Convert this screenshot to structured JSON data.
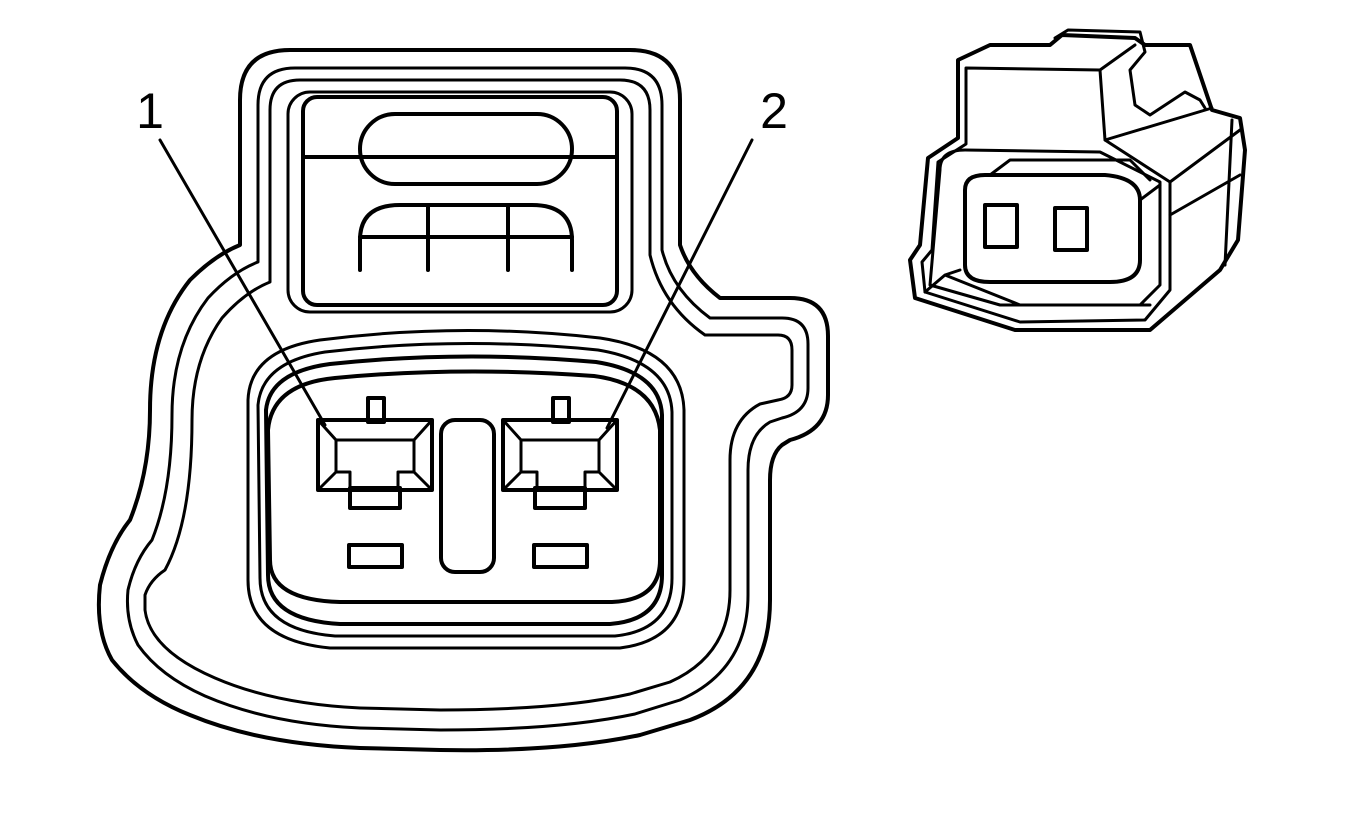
{
  "diagram": {
    "type": "connector-end-view",
    "terminals": [
      {
        "id": "1",
        "label": "1"
      },
      {
        "id": "2",
        "label": "2"
      }
    ]
  },
  "colors": {
    "line": "#000000",
    "background": "#ffffff"
  }
}
